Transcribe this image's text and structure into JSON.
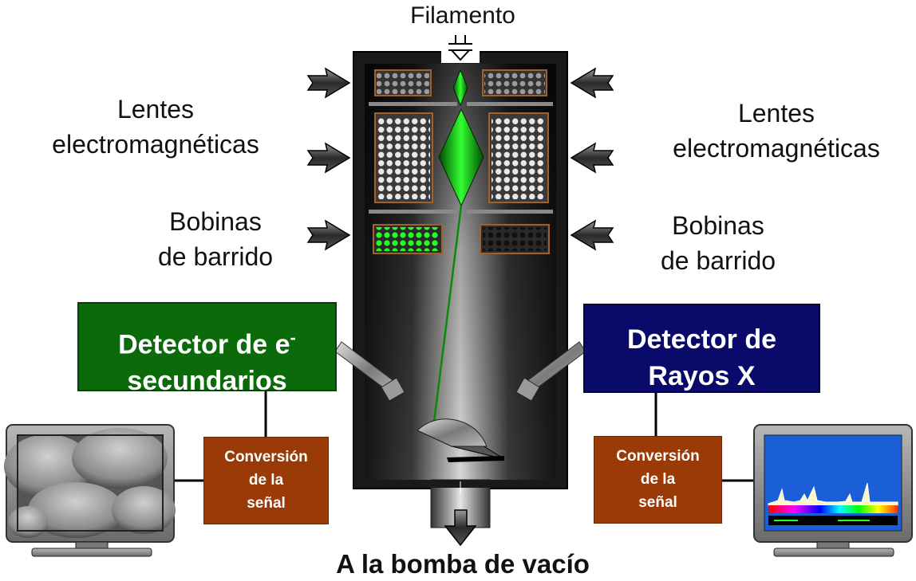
{
  "labels": {
    "filament": "Filamento",
    "lenses_left_1": "Lentes",
    "lenses_left_2": "electromagnéticas",
    "lenses_right_1": "Lentes",
    "lenses_right_2": "electromagnéticas",
    "coils_left_1": "Bobinas",
    "coils_left_2": "de barrido",
    "coils_right_1": "Bobinas",
    "coils_right_2": "de barrido",
    "vacuum_pump": "A la bomba de vacío"
  },
  "detectors": {
    "secondary": {
      "line1": "Detector de e",
      "sup": "-",
      "line2": "secundarios"
    },
    "xray": {
      "line1": "Detector de",
      "line2": "Rayos X"
    }
  },
  "conversion": {
    "left": [
      "Conversión",
      "de la",
      "señal"
    ],
    "right": [
      "Conversión",
      "de la",
      "señal"
    ]
  },
  "colors": {
    "secondary_detector": "#0b6b0b",
    "xray_detector": "#0a0a6b",
    "conversion_box": "#9a3a06",
    "beam": "#00cc00",
    "spectrum_bg": "#1a5fd6"
  },
  "icons": [
    "filament-icon",
    "arrow-right-icon",
    "arrow-left-icon",
    "monitor-icon",
    "pump-arrow-icon"
  ]
}
